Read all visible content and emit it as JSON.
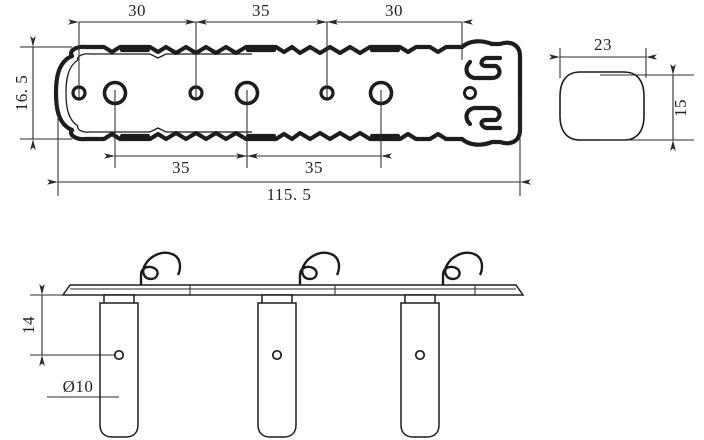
{
  "drawing": {
    "title": "Wall anchor assembly technical drawing",
    "background_color": "#ffffff",
    "line_color": "#1d1d1d",
    "text_color": "#232323"
  },
  "views": {
    "top_view": {
      "name": "anchor-plan-view",
      "description": "Ribbed wall anchor body, plan view with alternating small and large holes"
    },
    "section_view": {
      "name": "anchor-cross-section",
      "description": "Rounded rectangular cross section of anchor body"
    },
    "bottom_view": {
      "name": "rail-assembly-elevation",
      "description": "Rail with three hooks above and three hanging bars below, each bar pierced by a hole"
    }
  },
  "dimensions": {
    "top_chain": [
      {
        "id": "d-top-1",
        "value": "30"
      },
      {
        "id": "d-top-2",
        "value": "35"
      },
      {
        "id": "d-top-3",
        "value": "30"
      }
    ],
    "bottom_chain": [
      {
        "id": "d-bot-1",
        "value": "35"
      },
      {
        "id": "d-bot-2",
        "value": "35"
      }
    ],
    "height_left": {
      "id": "d-height",
      "value": "16. 5"
    },
    "overall_length": {
      "id": "d-overall",
      "value": "115. 5"
    },
    "section_width": {
      "id": "d-sec-w",
      "value": "23"
    },
    "section_height": {
      "id": "d-sec-h",
      "value": "15"
    },
    "bar_drop": {
      "id": "d-bar-drop",
      "value": "14"
    },
    "hole_diameter": {
      "id": "d-hole-dia",
      "value": "Ø10"
    }
  }
}
